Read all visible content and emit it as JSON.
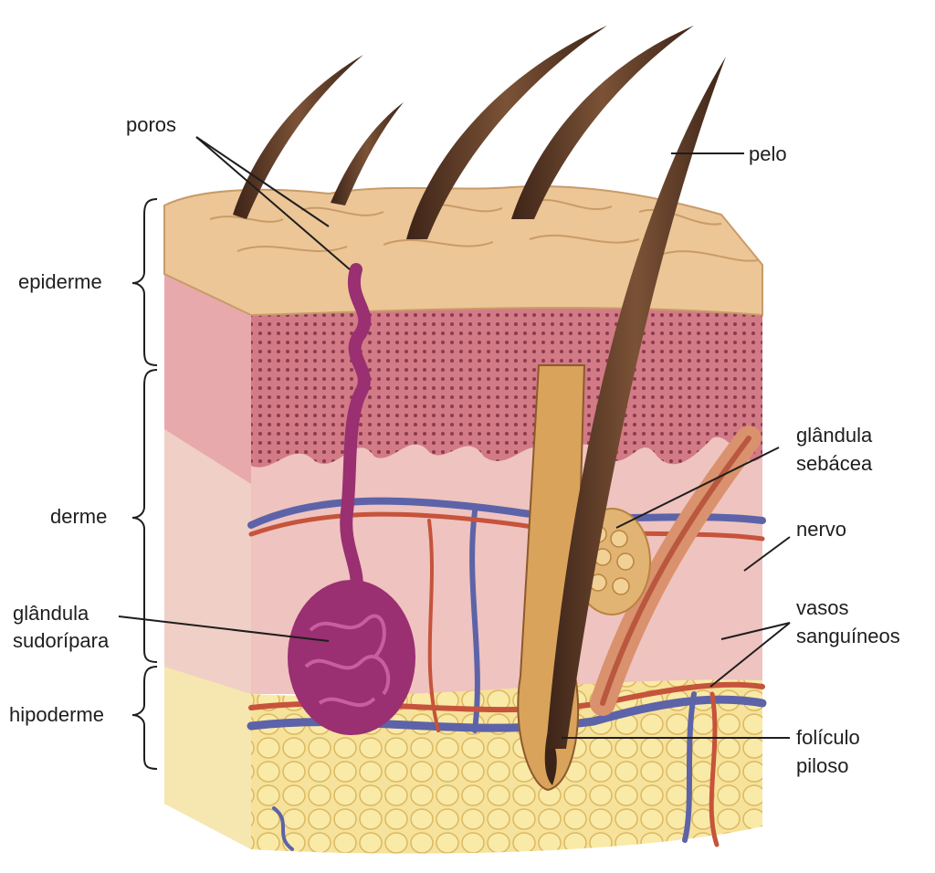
{
  "labels": {
    "poros": "poros",
    "pelo": "pelo",
    "epiderme": "epiderme",
    "derme": "derme",
    "hipoderme": "hipoderme",
    "glandula_sudoripara_1": "glândula",
    "glandula_sudoripara_2": "sudorípara",
    "glandula_sebacea_1": "glândula",
    "glandula_sebacea_2": "sebácea",
    "nervo": "nervo",
    "vasos_1": "vasos",
    "vasos_2": "sanguíneos",
    "foliculo_1": "folículo",
    "foliculo_2": "piloso"
  },
  "colors": {
    "epidermis_surface": "#e9c493",
    "epidermis_inner": "#d98a93",
    "dermis": "#ebb9b8",
    "hypodermis": "#f3dc8a",
    "sweat_gland": "#9a2f72",
    "hair": "#5a3a26",
    "vein": "#6b6fae",
    "artery": "#c9563a"
  }
}
